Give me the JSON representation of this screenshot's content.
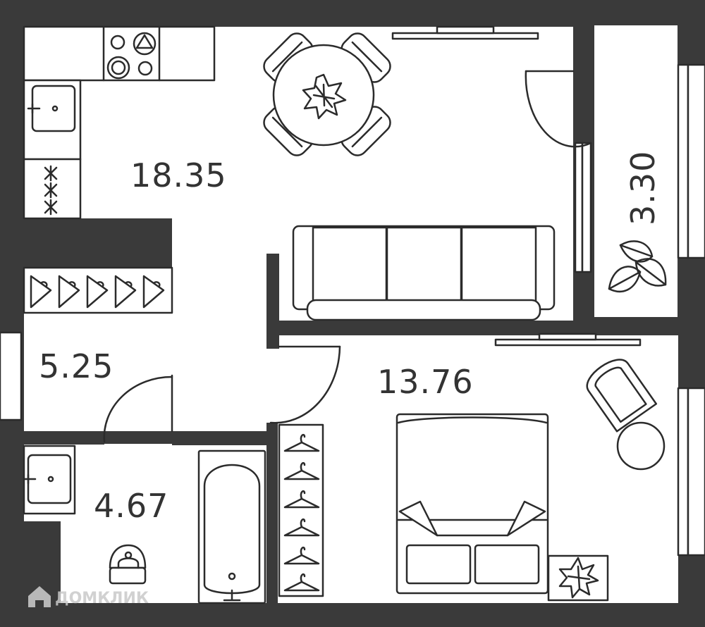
{
  "plan": {
    "wall_color": "#3a3a3a",
    "floor_color": "#ffffff",
    "line_color": "#2b2b2b",
    "rooms": [
      {
        "id": "living-kitchen",
        "area": "18.35"
      },
      {
        "id": "balcony",
        "area": "3.30"
      },
      {
        "id": "hallway",
        "area": "5.25"
      },
      {
        "id": "bedroom",
        "area": "13.76"
      },
      {
        "id": "bathroom",
        "area": "4.67"
      }
    ]
  },
  "watermark": {
    "text": "ДОМКЛИК",
    "icon": "house-logo-icon"
  }
}
